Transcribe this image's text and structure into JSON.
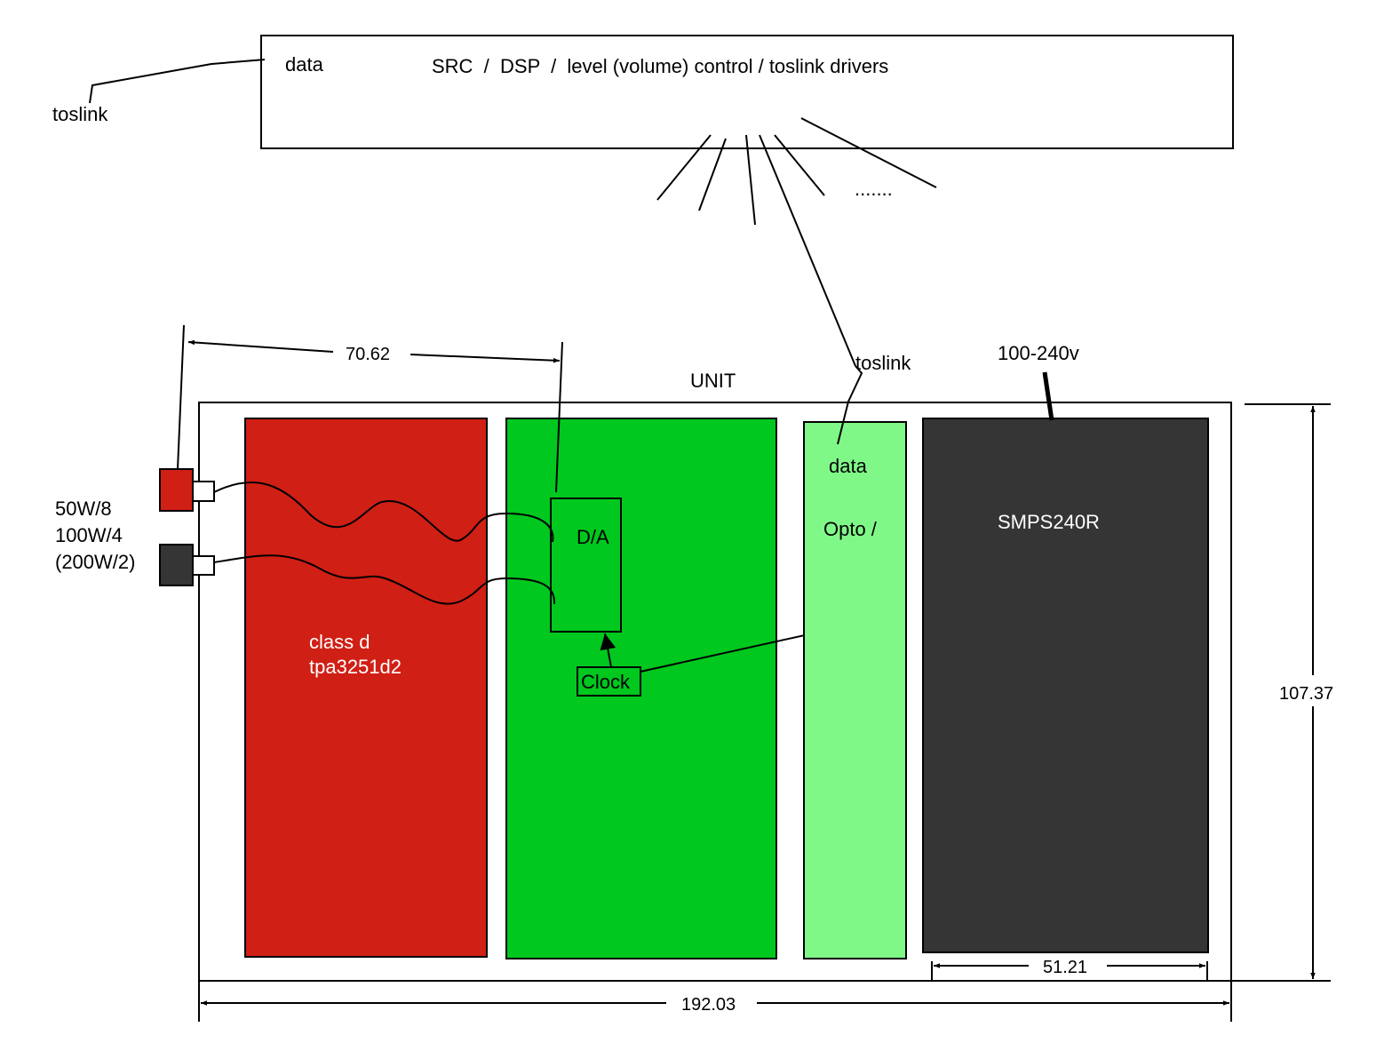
{
  "top_box": {
    "input_label": "toslink",
    "data_label": "data",
    "title": "SRC  /  DSP  /  level (volume) control / toslink drivers",
    "more": "......."
  },
  "unit": {
    "title": "UNIT",
    "amp_block": {
      "line1": "class d",
      "line2": "tpa3251d2",
      "color": "#d01f14"
    },
    "dac_block": {
      "da_label": "D/A",
      "clock_label": "Clock",
      "color": "#00c81e"
    },
    "opto_block": {
      "data_label": "data",
      "opto_label": "Opto /",
      "toslink_label": "toslink",
      "color": "#80f888"
    },
    "psu_block": {
      "label": "SMPS240R",
      "mains_label": "100-240v",
      "color": "#353535"
    }
  },
  "outputs": {
    "power_line1": "50W/8",
    "power_line2": "100W/4",
    "power_line3": "(200W/2)",
    "red_terminal_color": "#d01f14",
    "black_terminal_color": "#353535"
  },
  "dimensions": {
    "terminal_to_dac": "70.62",
    "overall_width": "192.03",
    "overall_height": "107.37",
    "psu_width": "51.21"
  }
}
